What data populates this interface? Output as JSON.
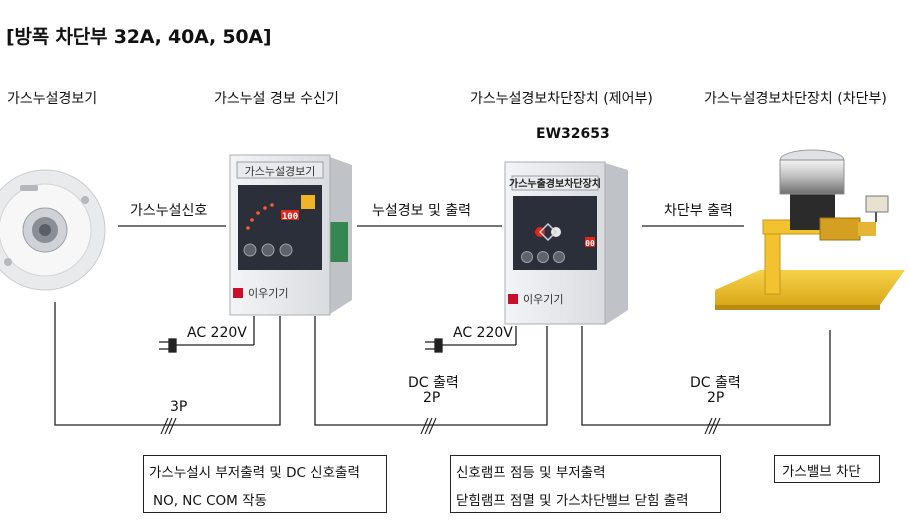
{
  "title": "[방폭 차단부 32A, 40A, 50A]",
  "devices": [
    {
      "name": "가스누설경보기"
    },
    {
      "name": "가스누설 경보 수신기",
      "panel_title": "가스누설경보기",
      "panel_display": "100",
      "brand": "이우기기"
    },
    {
      "name": "가스누설경보차단장치 (제어부)",
      "model": "EW32653",
      "panel_title": "가스누출경보차단장치",
      "panel_display": "00",
      "brand": "이우기기"
    },
    {
      "name": "가스누설경보차단장치 (차단부)"
    }
  ],
  "signals": {
    "leak_signal": "가스누설신호",
    "alarm_output": "누설경보 및 출력",
    "cutoff_output": "차단부 출력"
  },
  "power": {
    "label1": "AC 220V",
    "label2": "AC 220V"
  },
  "wiring": {
    "w1": "3P",
    "w2_line1": "DC 출력",
    "w2_line2": "2P",
    "w3_line1": "DC 출력",
    "w3_line2": "2P"
  },
  "notes": [
    {
      "line1": "가스누설시 부저출력 및 DC 신호출력",
      "line2": "NO, NC COM 작동"
    },
    {
      "line1": "신호램프 점등 및 부저출력",
      "line2": "닫힘램프 점멸 및 가스차단밸브 닫힘 출력"
    },
    {
      "line1": "가스밸브 차단"
    }
  ],
  "colors": {
    "line": "#222222",
    "panel_bg": "#2a2f3a",
    "led_red": "#e0261b",
    "brand_red": "#c8102e",
    "valve_yellow": "#f2c230"
  }
}
